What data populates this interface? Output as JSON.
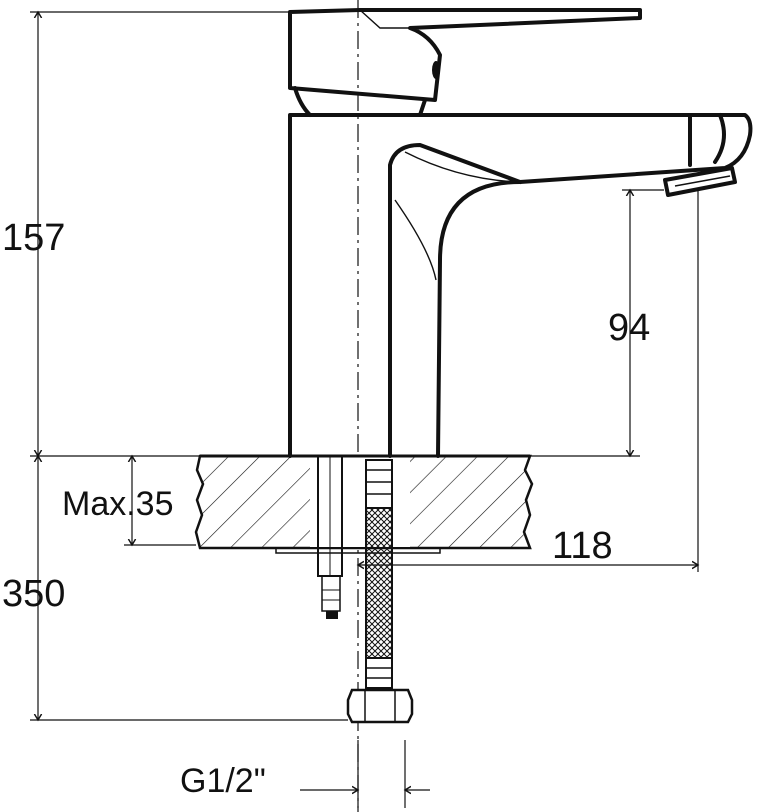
{
  "dimensions": {
    "total_height": "157",
    "spout_height": "94",
    "deck_thickness": "Max.35",
    "spout_reach": "118",
    "hose_length": "350",
    "connection_thread": "G1/2\""
  },
  "colors": {
    "line": "#111111",
    "background": "#ffffff"
  }
}
